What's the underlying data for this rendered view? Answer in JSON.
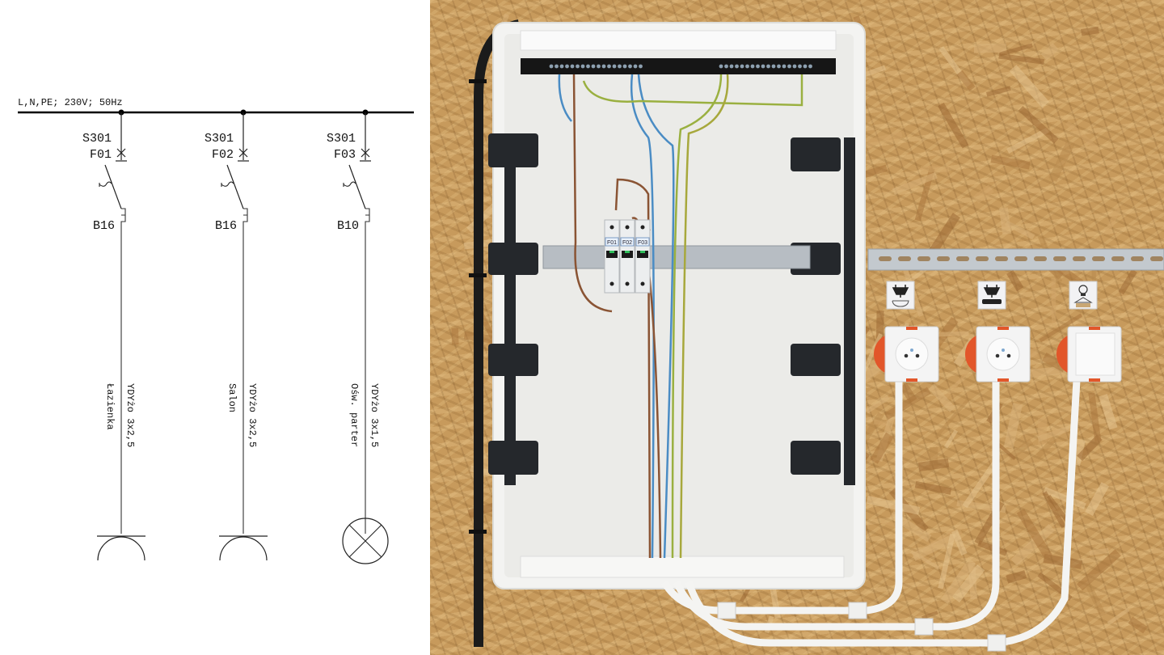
{
  "schematic": {
    "supply_label": "L,N,PE; 230V; 50Hz",
    "circuits": [
      {
        "breaker_type": "S301",
        "designation": "F01",
        "rating": "B16",
        "cable": "YDYżo 3x2,5",
        "room": "Łazienka",
        "load": "socket"
      },
      {
        "breaker_type": "S301",
        "designation": "F02",
        "rating": "B16",
        "cable": "YDYżo 3x2,5",
        "room": "Salon",
        "load": "socket"
      },
      {
        "breaker_type": "S301",
        "designation": "F03",
        "rating": "B10",
        "cable": "YDYżo 3x1,5",
        "room": "Ośw. parter",
        "load": "lamp"
      }
    ]
  },
  "photo": {
    "breaker_labels": [
      "F01",
      "F02",
      "F03"
    ],
    "device_labels": [
      {
        "icons": [
          "plug-icon",
          "bathtub-icon"
        ]
      },
      {
        "icons": [
          "plug-icon",
          "sofa-icon"
        ]
      },
      {
        "icons": [
          "lightbulb-icon",
          "house-icon"
        ]
      }
    ],
    "colors": {
      "osb": "#c79a5c",
      "enclosure": "#f2f2f0",
      "din_rail": "#b9c0c6",
      "brown_wire": "#8a5434",
      "blue_wire": "#4a8cc4",
      "green_yellow_wire": "#9ab040",
      "box_orange": "#e2562a"
    }
  }
}
